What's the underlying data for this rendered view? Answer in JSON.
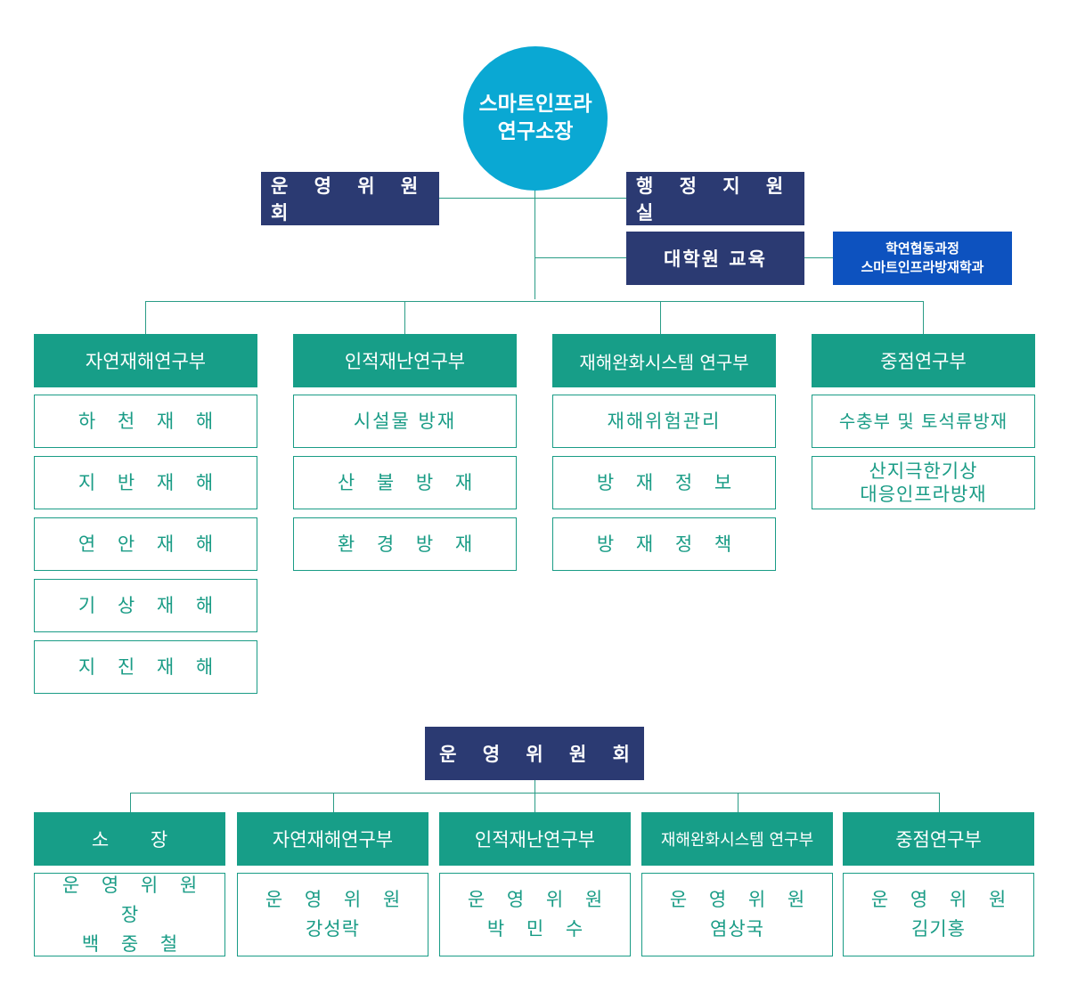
{
  "director": [
    "스마트인프라",
    "연구소장"
  ],
  "committee": "운 영 위 원 회",
  "admin": "행 정 지 원 실",
  "graduate": "대학원 교육",
  "graduate_program": [
    "학연협동과정",
    "스마트인프라방재학과"
  ],
  "divisions": [
    {
      "name": "자연재해연구부",
      "units": [
        "하 천 재 해",
        "지 반 재 해",
        "연 안 재 해",
        "기 상 재 해",
        "지 진 재 해"
      ]
    },
    {
      "name": "인적재난연구부",
      "units": [
        "시설물 방재",
        "산 불 방 재",
        "환 경 방 재"
      ]
    },
    {
      "name": "재해완화시스템 연구부",
      "units": [
        "재해위험관리",
        "방 재 정 보",
        "방 재 정 책"
      ]
    },
    {
      "name": "중점연구부",
      "units": [
        "수충부 및 토석류방재",
        "산지극한기상\n대응인프라방재"
      ]
    }
  ],
  "committee_section": {
    "title": "운 영 위 원 회",
    "members": [
      {
        "header": "소       장",
        "role": "운 영 위 원 장",
        "person": "백 중 철"
      },
      {
        "header": "자연재해연구부",
        "role": "운 영 위 원",
        "person": "강성락"
      },
      {
        "header": "인적재난연구부",
        "role": "운 영 위 원",
        "person": "박 민 수"
      },
      {
        "header": "재해완화시스템 연구부",
        "role": "운 영 위 원",
        "person": "염상국"
      },
      {
        "header": "중점연구부",
        "role": "운 영 위 원",
        "person": "김기홍"
      }
    ]
  },
  "colors": {
    "circle": "#0aa8d3",
    "navy": "#2b3a72",
    "blue": "#0d52bf",
    "green": "#179e88",
    "line": "#2a9c86"
  }
}
